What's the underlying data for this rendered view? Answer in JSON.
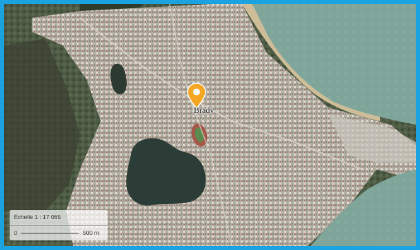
{
  "map": {
    "marker": {
      "label": "Brady",
      "color": "#f5a623"
    },
    "scale": {
      "title": "Échelle 1 : 17 065",
      "zero": "0",
      "max": "500 m"
    },
    "colors": {
      "frame": "#1aa3e0",
      "sea": "#7fa59b",
      "lake": "#2c3c36",
      "urban": "#b3aea4",
      "vegetation": "#4c5a44",
      "beach": "#cdbd98"
    }
  }
}
